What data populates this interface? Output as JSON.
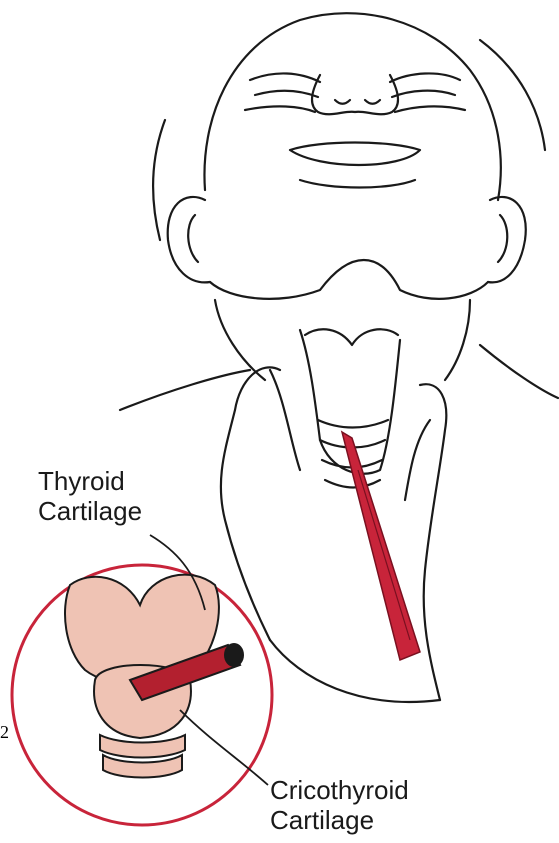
{
  "labels": {
    "thyroid_line1": "Thyroid",
    "thyroid_line2": "Cartilage",
    "cricothyroid_line1": "Cricothyroid",
    "cricothyroid_line2": "Cartilage"
  },
  "page_number_fragment": "2",
  "colors": {
    "ink": "#1a1a1a",
    "scalpel": "#c8243a",
    "cartilage_fill": "#efc3b4",
    "inset_circle": "#c8243a",
    "tube": "#b3202f"
  }
}
